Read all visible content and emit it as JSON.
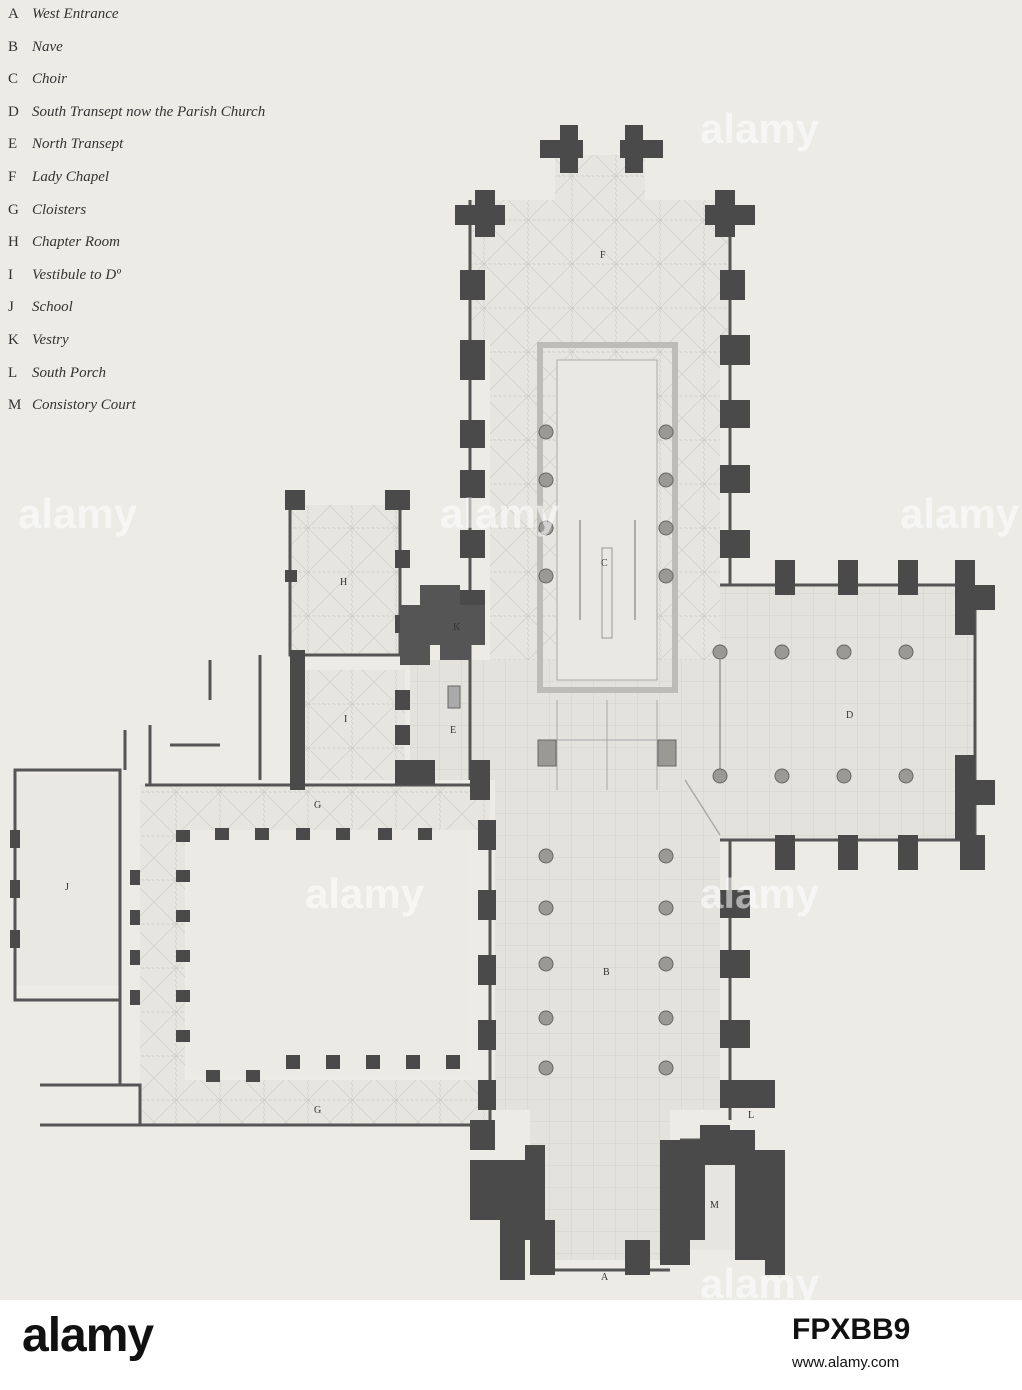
{
  "legend": [
    {
      "letter": "A",
      "text": "West Entrance"
    },
    {
      "letter": "B",
      "text": "Nave"
    },
    {
      "letter": "C",
      "text": "Choir"
    },
    {
      "letter": "D",
      "text": "South Transept now the Parish Church"
    },
    {
      "letter": "E",
      "text": "North Transept"
    },
    {
      "letter": "F",
      "text": "Lady Chapel"
    },
    {
      "letter": "G",
      "text": "Cloisters"
    },
    {
      "letter": "H",
      "text": "Chapter Room"
    },
    {
      "letter": "I",
      "text": "Vestibule to Dº"
    },
    {
      "letter": "J",
      "text": "School"
    },
    {
      "letter": "K",
      "text": "Vestry"
    },
    {
      "letter": "L",
      "text": "South Porch"
    },
    {
      "letter": "M",
      "text": "Consistory Court"
    }
  ],
  "plan_labels": {
    "A": "A",
    "B": "B",
    "C": "C",
    "D": "D",
    "E": "E",
    "F": "F",
    "G1": "G",
    "G2": "G",
    "H": "H",
    "I": "I",
    "J": "J",
    "K": "K",
    "L": "L",
    "M": "M"
  },
  "watermark": "alamy",
  "footer": {
    "logo": "alamy",
    "image_id": "FPXBB9",
    "url": "www.alamy.com"
  },
  "colors": {
    "paper": "#ecebe6",
    "wall": "#4a4a4a",
    "floor": "#e2e1dc",
    "grid": "#c9c8c2"
  }
}
